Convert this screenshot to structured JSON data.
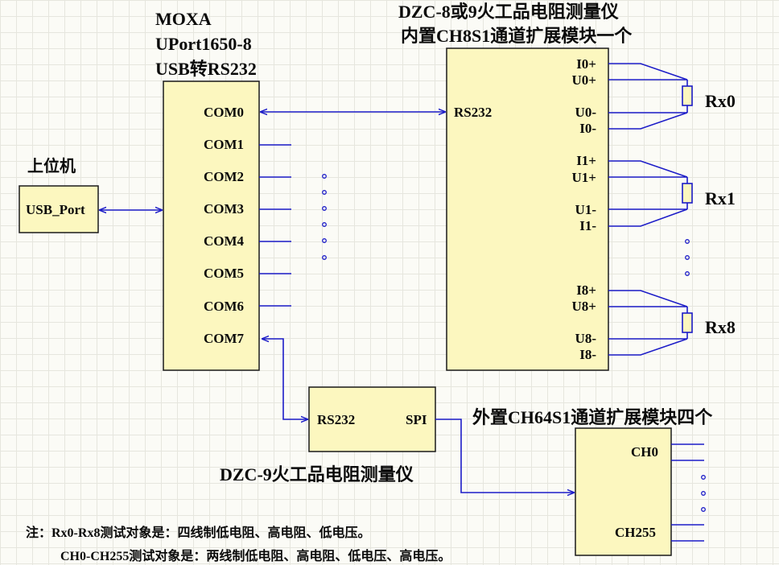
{
  "moxa": {
    "line1": "MOXA",
    "line2": "UPort1650-8",
    "line3": "USB转RS232",
    "ports": [
      "COM0",
      "COM1",
      "COM2",
      "COM3",
      "COM4",
      "COM5",
      "COM6",
      "COM7"
    ]
  },
  "host": {
    "title": "上位机",
    "port": "USB_Port"
  },
  "dzc_meter": {
    "title1": "DZC-8或9火工品电阻测量仪",
    "title2": "内置CH8S1通道扩展模块一个",
    "rs232": "RS232",
    "pins": [
      "I0+",
      "U0+",
      "U0-",
      "I0-",
      "I1+",
      "U1+",
      "U1-",
      "I1-",
      "I8+",
      "U8+",
      "U8-",
      "I8-"
    ],
    "resistors": [
      "Rx0",
      "Rx1",
      "Rx8"
    ]
  },
  "dzc9": {
    "rs232": "RS232",
    "spi": "SPI",
    "title": "DZC-9火工品电阻测量仪"
  },
  "ext_module": {
    "title": "外置CH64S1通道扩展模块四个",
    "ch_first": "CH0",
    "ch_last": "CH255"
  },
  "notes": {
    "line1": "注：Rx0-Rx8测试对象是：四线制低电阻、高电阻、低电压。",
    "line2": "CH0-CH255测试对象是：两线制低电阻、高电阻、低电压、高电压。"
  },
  "colors": {
    "wire": "#1c1cc8",
    "box_fill": "#fcf7bf"
  }
}
